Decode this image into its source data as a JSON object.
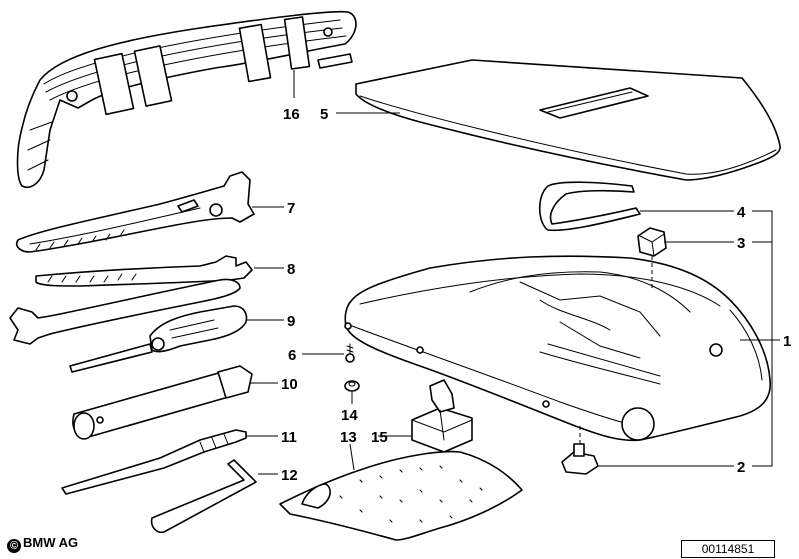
{
  "labels": {
    "p1": "1",
    "p2": "2",
    "p3": "3",
    "p4": "4",
    "p5": "5",
    "p6": "6",
    "p7": "7",
    "p8": "8",
    "p9": "9",
    "p10": "10",
    "p11": "11",
    "p12": "12",
    "p13": "13",
    "p14": "14",
    "p15": "15",
    "p16": "16"
  },
  "copyright": "BMW AG",
  "copyright_icon": "©",
  "document_id": "00114851"
}
